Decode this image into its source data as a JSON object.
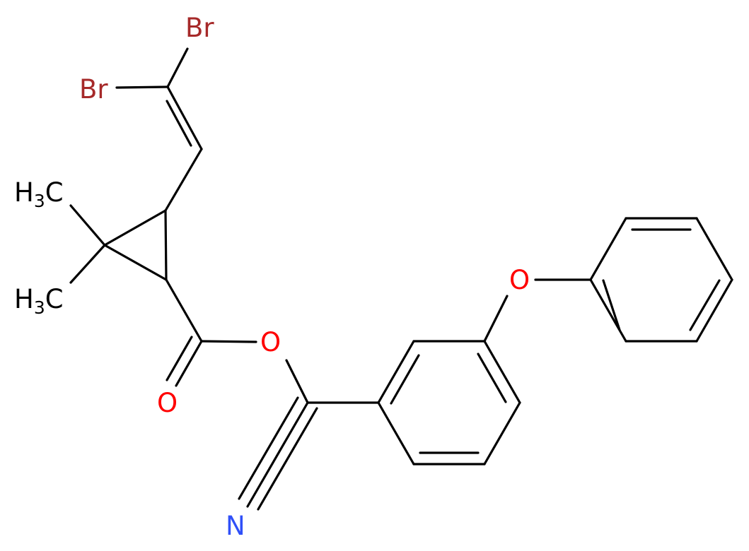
{
  "colors": {
    "bond": "#000000",
    "bromine": "#a62929",
    "oxygen": "#ff0000",
    "nitrogen": "#3050f8",
    "carbon": "#000000"
  },
  "atoms": {
    "br_top": "Br",
    "br_left": "Br",
    "methyl_upper": {
      "main": "H",
      "sub": "3",
      "tail": "C"
    },
    "methyl_lower": {
      "main": "H",
      "sub": "3",
      "tail": "C"
    },
    "ester_oxygen": "O",
    "carbonyl_oxygen": "O",
    "ether_oxygen": "O",
    "nitrile_nitrogen": "N"
  }
}
